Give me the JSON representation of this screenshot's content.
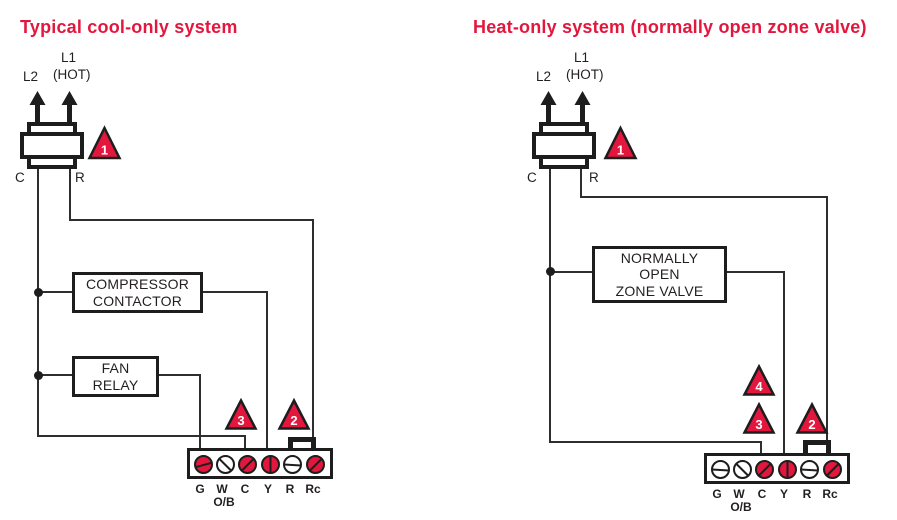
{
  "accent_red": "#e3173e",
  "ink": "#231f20",
  "left": {
    "title": "Typical cool-only system",
    "power": {
      "l1": "L1",
      "hot": "(HOT)",
      "l2": "L2"
    },
    "leads": {
      "c": "C",
      "r": "R"
    },
    "callout_1": "1",
    "callout_2": "2",
    "callout_3": "3",
    "component_boxes": [
      {
        "line1": "COMPRESSOR",
        "line2": "CONTACTOR"
      },
      {
        "line1": "FAN",
        "line2": "RELAY"
      }
    ],
    "terminal_strip": {
      "terminals": [
        {
          "label": "G",
          "wired": true,
          "color": "#e3173e"
        },
        {
          "label": "W",
          "wired": false,
          "color": "#ffffff"
        },
        {
          "label": "C",
          "wired": true,
          "color": "#e3173e"
        },
        {
          "label": "Y",
          "wired": true,
          "color": "#e3173e"
        },
        {
          "label": "R",
          "wired": false,
          "color": "#ffffff"
        },
        {
          "label": "Rc",
          "wired": true,
          "color": "#e3173e"
        }
      ],
      "sub_label": "O/B"
    }
  },
  "right": {
    "title": "Heat-only system (normally open zone valve)",
    "power": {
      "l1": "L1",
      "hot": "(HOT)",
      "l2": "L2"
    },
    "leads": {
      "c": "C",
      "r": "R"
    },
    "callout_1": "1",
    "callout_2": "2",
    "callout_3": "3",
    "callout_4": "4",
    "component_boxes": [
      {
        "line1": "NORMALLY",
        "line2": "OPEN",
        "line3": "ZONE VALVE"
      }
    ],
    "terminal_strip": {
      "terminals": [
        {
          "label": "G",
          "wired": false,
          "color": "#ffffff"
        },
        {
          "label": "W",
          "wired": false,
          "color": "#ffffff"
        },
        {
          "label": "C",
          "wired": true,
          "color": "#e3173e"
        },
        {
          "label": "Y",
          "wired": true,
          "color": "#e3173e"
        },
        {
          "label": "R",
          "wired": false,
          "color": "#ffffff"
        },
        {
          "label": "Rc",
          "wired": true,
          "color": "#e3173e"
        }
      ],
      "sub_label": "O/B"
    }
  }
}
